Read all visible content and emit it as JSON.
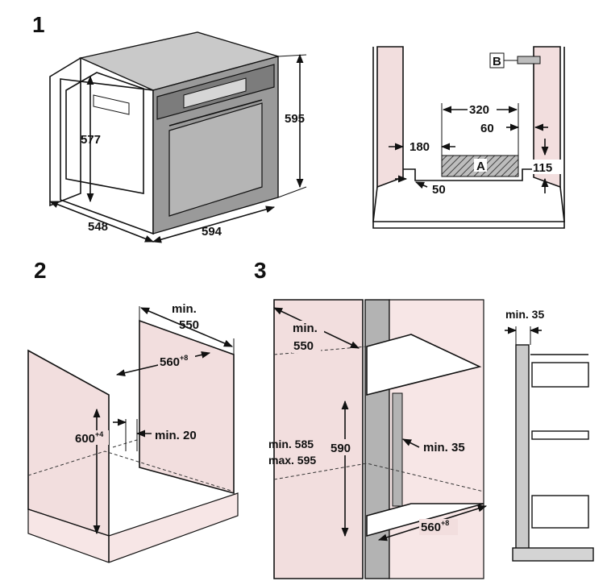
{
  "sections": {
    "s1": {
      "number": "1"
    },
    "s2": {
      "number": "2"
    },
    "s3": {
      "number": "3"
    }
  },
  "oven": {
    "depth_inner": "577",
    "height": "595",
    "depth": "548",
    "width": "594"
  },
  "cabinet_detail": {
    "label_a": "A",
    "label_b": "B",
    "d320": "320",
    "d60": "60",
    "d180": "180",
    "d115": "115",
    "d50": "50"
  },
  "undercounter": {
    "min_label": "min.",
    "min_depth": "550",
    "width_main": "560",
    "width_tol": "+8",
    "height_main": "600",
    "height_tol": "+4",
    "gap": "min. 20"
  },
  "tall_unit": {
    "min_label": "min.",
    "min_depth": "550",
    "opening_min": "min. 585",
    "opening_max": "max. 595",
    "d590": "590",
    "side_gap": "min. 35",
    "width_main": "560",
    "width_tol": "+8",
    "side_min": "min. 35"
  }
}
